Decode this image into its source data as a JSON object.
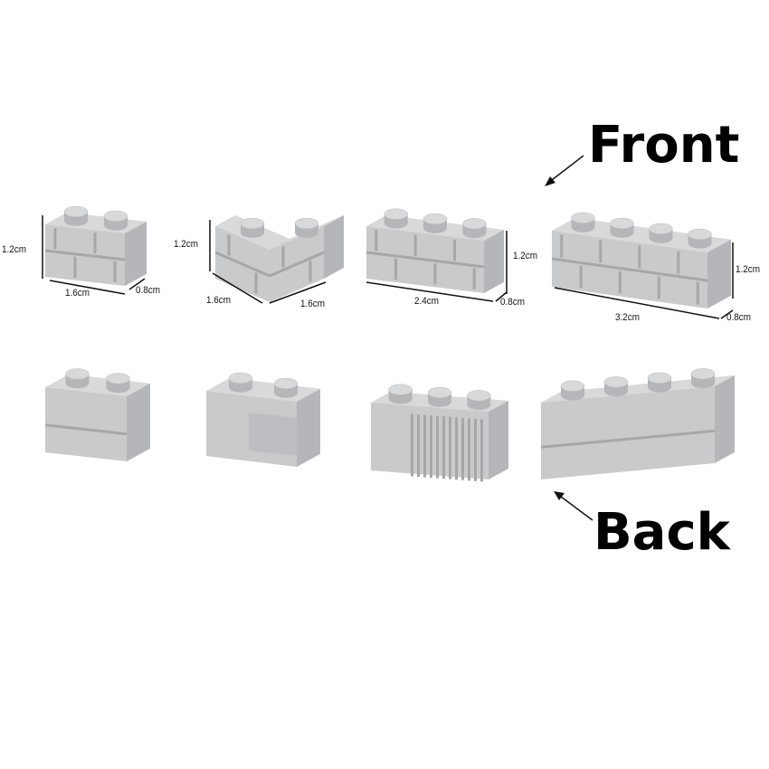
{
  "labels": {
    "front": "Front",
    "back": "Back"
  },
  "dimensions": {
    "brick_1x2": {
      "height": "1.2cm",
      "length": "1.6cm",
      "depth": "0.8cm"
    },
    "brick_corner": {
      "height": "1.2cm",
      "length_left": "1.6cm",
      "length_right": "1.6cm"
    },
    "brick_1x3": {
      "height": "1.2cm",
      "length": "2.4cm",
      "depth": "0.8cm"
    },
    "brick_1x4": {
      "height": "1.2cm",
      "length": "3.2cm",
      "depth": "0.8cm"
    }
  },
  "colors": {
    "brick": "#c9cacc",
    "brick_top": "#d8d9db",
    "brick_side": "#b5b6b9",
    "mortar": "#a6a7aa",
    "text": "#000000"
  }
}
